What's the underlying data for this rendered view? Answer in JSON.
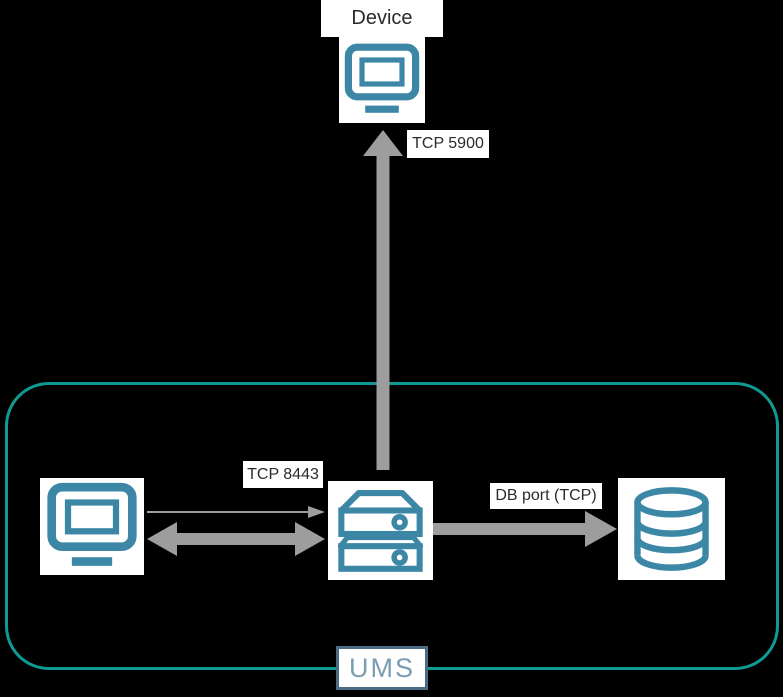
{
  "canvas": {
    "background": "#000000"
  },
  "colors": {
    "icon_teal": "#3c87a6",
    "container_border_teal": "#0f9a94",
    "arrow_gray": "#9d9d9d",
    "label_text": "#2b2b2b",
    "label_background": "#ffffff",
    "ums_box_border": "#4a6b84",
    "ums_text": "#7b9cb1"
  },
  "nodes": {
    "device": {
      "label": "Device",
      "icon": "monitor"
    },
    "console": {
      "icon": "monitor"
    },
    "server": {
      "icon": "server"
    },
    "database": {
      "icon": "database"
    }
  },
  "container": {
    "label": "UMS"
  },
  "edges": {
    "server_to_device": {
      "label": "TCP 5900",
      "direction": "up",
      "style": "thick"
    },
    "console_to_server_thin": {
      "label": "TCP 8443",
      "direction": "right",
      "style": "thin"
    },
    "console_server_bidirectional": {
      "label": "",
      "direction": "both",
      "style": "thick"
    },
    "server_to_database": {
      "label": "DB port (TCP)",
      "direction": "right",
      "style": "thick"
    }
  }
}
